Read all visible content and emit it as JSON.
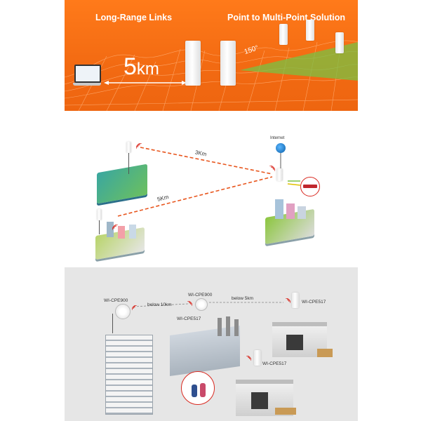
{
  "banner": {
    "left_title": "Long-Range Links",
    "right_title": "Point to Multi-Point Solution",
    "distance_number": "5",
    "distance_unit": "km",
    "angle_label": "150°"
  },
  "diagram": {
    "internet_label": "Internet",
    "link_1_label": "3Km",
    "link_2_label": "5Km"
  },
  "bottom": {
    "device_left_label": "WI-CPE900",
    "device_center_label": "WI-CPE900",
    "center_sub_label": "WI-CPE517",
    "link_left_label": "below 10km",
    "link_right_label": "below 5km",
    "right_device_label": "WI-CPE517",
    "lower_device_label": "WI-CPE517"
  },
  "colors": {
    "orange": "#f26a12",
    "dash_link": "#e8561e",
    "green_sector": "#7ac143",
    "wifi_red": "#d9281f",
    "grey_panel": "#e6e6e6"
  }
}
